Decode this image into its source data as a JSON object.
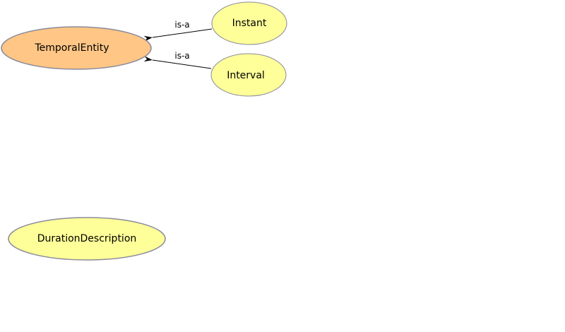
{
  "colors": {
    "root_fill": "#ffc685",
    "class_fill": "#ffff99",
    "node_stroke": "#8a8a9a",
    "edge": "#000000"
  },
  "nodes": {
    "temporal_entity": "TemporalEntity",
    "instant": "Instant",
    "interval": "Interval",
    "duration_description": "DurationDescription"
  },
  "edges": [
    {
      "from": "Instant",
      "to": "TemporalEntity",
      "label": "is-a"
    },
    {
      "from": "Interval",
      "to": "TemporalEntity",
      "label": "is-a"
    }
  ]
}
